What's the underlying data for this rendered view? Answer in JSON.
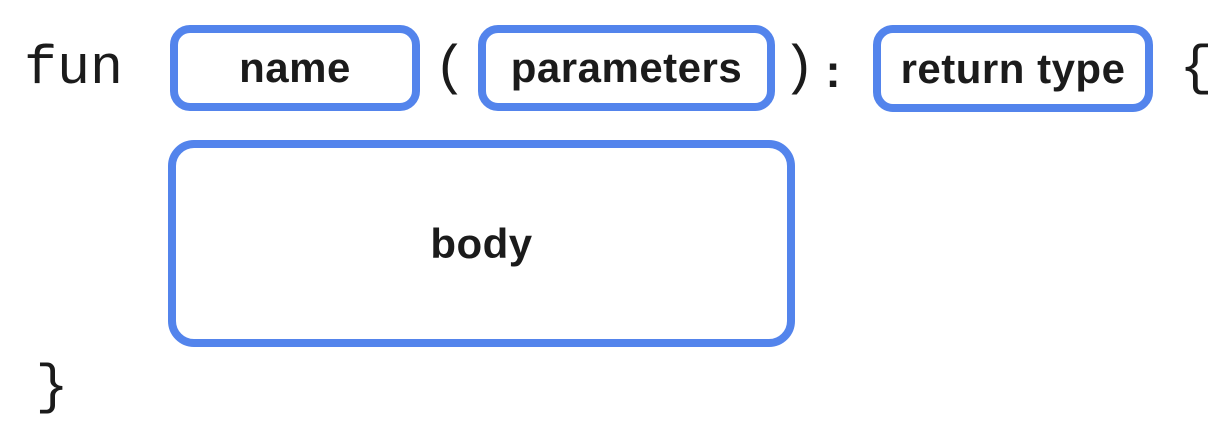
{
  "diagram": {
    "title_semantic": "kotlin-function-syntax-anatomy",
    "code_tokens": {
      "keyword": "fun",
      "open_paren": "(",
      "close_paren": ")",
      "colon": ":",
      "open_brace": "{",
      "close_brace": "}"
    },
    "slots": {
      "name": "name",
      "parameters": "parameters",
      "return_type": "return type",
      "body": "body"
    },
    "colors": {
      "slot_border": "#5384EC",
      "text": "#1b1b1b",
      "background": "#ffffff"
    }
  }
}
